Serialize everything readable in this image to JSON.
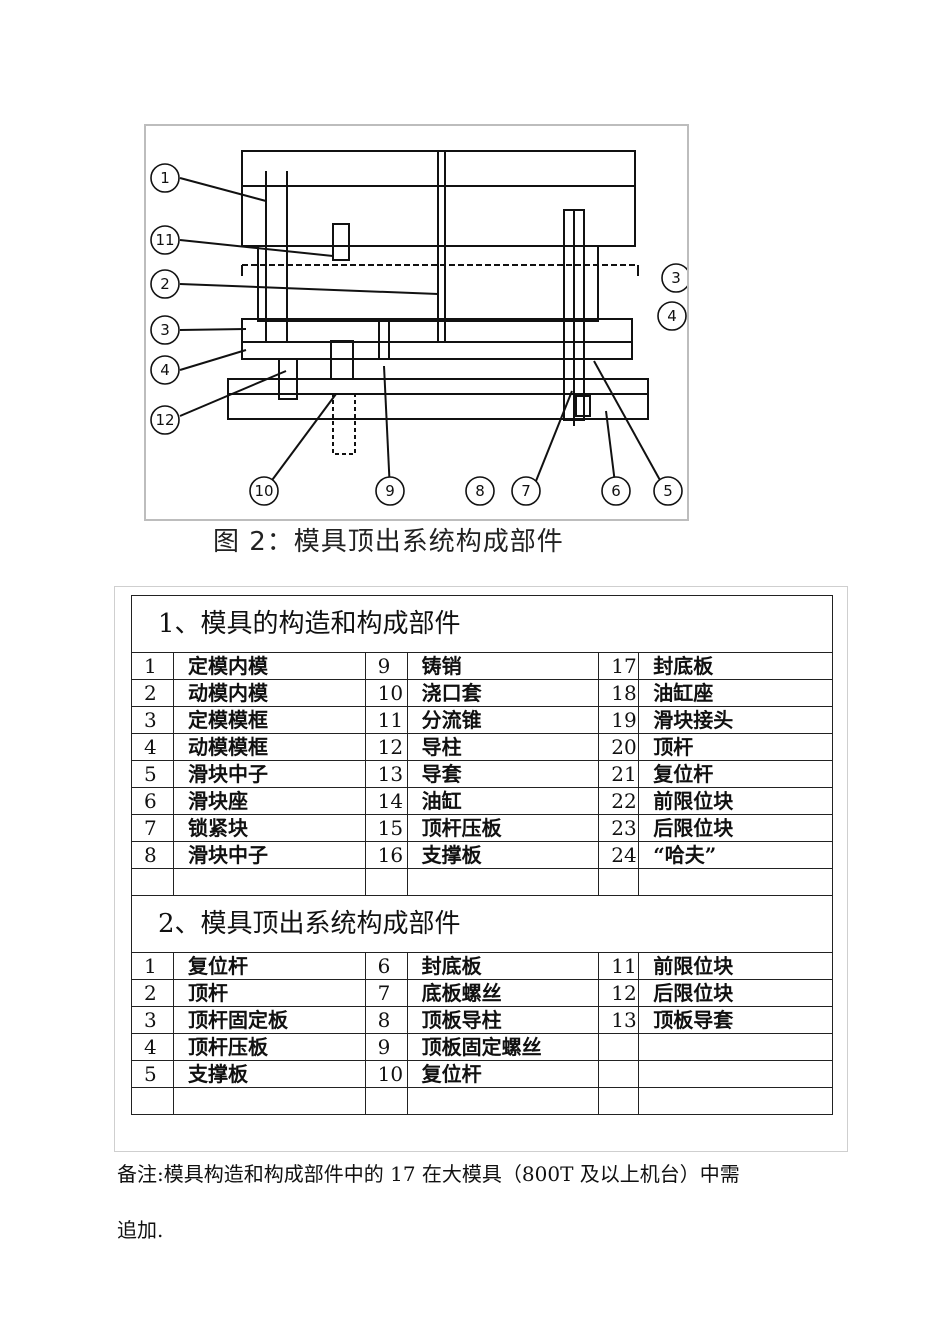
{
  "figure": {
    "callouts": [
      "1",
      "11",
      "2",
      "3",
      "4",
      "12",
      "10",
      "9",
      "8",
      "7",
      "6",
      "5",
      "3",
      "4"
    ],
    "caption": "图 2：模具顶出系统构成部件"
  },
  "table1": {
    "heading": "1、模具的构造和构成部件",
    "rows": [
      [
        [
          "1",
          "定模内模"
        ],
        [
          "9",
          "铸销"
        ],
        [
          "17",
          "封底板"
        ]
      ],
      [
        [
          "2",
          "动模内模"
        ],
        [
          "10",
          "浇口套"
        ],
        [
          "18",
          "油缸座"
        ]
      ],
      [
        [
          "3",
          "定模模框"
        ],
        [
          "11",
          "分流锥"
        ],
        [
          "19",
          "滑块接头"
        ]
      ],
      [
        [
          "4",
          "动模模框"
        ],
        [
          "12",
          "导柱"
        ],
        [
          "20",
          "顶杆"
        ]
      ],
      [
        [
          "5",
          "滑块中子"
        ],
        [
          "13",
          "导套"
        ],
        [
          "21",
          "复位杆"
        ]
      ],
      [
        [
          "6",
          "滑块座"
        ],
        [
          "14",
          "油缸"
        ],
        [
          "22",
          "前限位块"
        ]
      ],
      [
        [
          "7",
          "锁紧块"
        ],
        [
          "15",
          "顶杆压板"
        ],
        [
          "23",
          "后限位块"
        ]
      ],
      [
        [
          "8",
          "滑块中子"
        ],
        [
          "16",
          "支撑板"
        ],
        [
          "24",
          "“哈夫”"
        ]
      ]
    ]
  },
  "table2": {
    "heading": "2、模具顶出系统构成部件",
    "rows": [
      [
        [
          "1",
          "复位杆"
        ],
        [
          "6",
          "封底板"
        ],
        [
          "11",
          "前限位块"
        ]
      ],
      [
        [
          "2",
          "顶杆"
        ],
        [
          "7",
          "底板螺丝"
        ],
        [
          "12",
          "后限位块"
        ]
      ],
      [
        [
          "3",
          "顶杆固定板"
        ],
        [
          "8",
          "顶板导柱"
        ],
        [
          "13",
          "顶板导套"
        ]
      ],
      [
        [
          "4",
          "顶杆压板"
        ],
        [
          "9",
          "顶板固定螺丝"
        ],
        [
          "",
          ""
        ]
      ],
      [
        [
          "5",
          "支撑板"
        ],
        [
          "10",
          "复位杆"
        ],
        [
          "",
          ""
        ]
      ]
    ]
  },
  "note": {
    "line1": "备注:模具构造和构成部件中的 17 在大模具（800T 及以上机台）中需",
    "line2": "追加."
  }
}
